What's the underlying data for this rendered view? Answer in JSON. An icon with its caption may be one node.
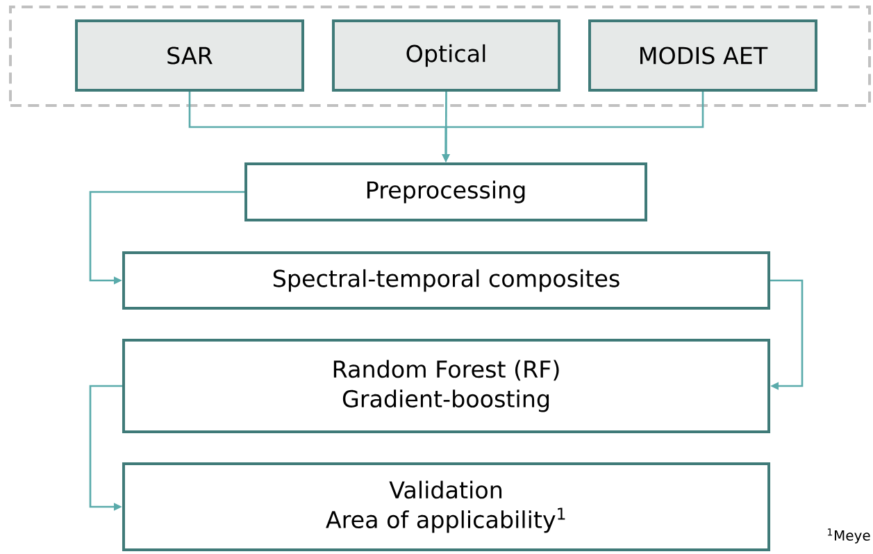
{
  "diagram": {
    "nodes": [
      {
        "text": [],
        "shape": "box"
      },
      {
        "text": [
          "SAR"
        ],
        "in": 0
      },
      {
        "text": [
          "Optical"
        ],
        "in": 0
      },
      {
        "text": [
          "MODIS AET"
        ],
        "in": 0
      },
      {
        "text": [
          "Preprocessing"
        ]
      },
      {
        "text": [
          "Spectral-temporal composites"
        ]
      },
      {
        "text": [
          "Random Forest (RF)",
          "Gradient-boosting"
        ]
      },
      {
        "text": [
          "Validation",
          "Area of applicability$^{1}$"
        ]
      }
    ],
    "edges": [
      {
        "from": 1,
        "to": 4,
        "arrow": "to"
      },
      {
        "from": 2,
        "to": 4,
        "arrow": "to"
      },
      {
        "from": 3,
        "to": 4,
        "arrow": "to"
      },
      {
        "from": 4,
        "to": 5,
        "arrow": "to"
      },
      {
        "from": 5,
        "to": 6,
        "arrow": "to"
      },
      {
        "from": 6,
        "to": 7,
        "arrow": "to"
      }
    ],
    "labels": [
      "$^{1}$Meye"
    ]
  }
}
